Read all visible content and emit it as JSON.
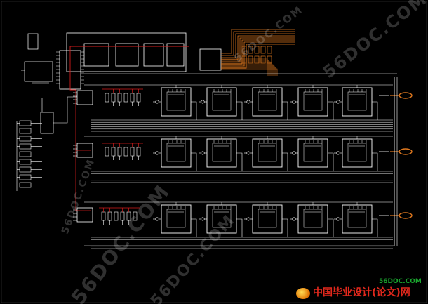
{
  "watermarks": {
    "main": "56DOC.COM",
    "secondary": "56DOC.COM",
    "lower_left": "56DOC.COM",
    "lower_mid": "56DOC.COM",
    "side": "56DOC.COM"
  },
  "logo": {
    "domain": "56DOC.COM",
    "text": "中国毕业设计(论文)网"
  },
  "colors": {
    "background": "#000000",
    "wire": "#ffffff",
    "bus_red": "#d41c1c",
    "bus_orange": "#e0781e",
    "component": "#ffffff",
    "logo_red": "#e0281c",
    "logo_green": "#1aa52e"
  },
  "icons": {
    "output_connector": "ellipse-connector-icon",
    "logo_badge": "coin-logo-icon"
  }
}
